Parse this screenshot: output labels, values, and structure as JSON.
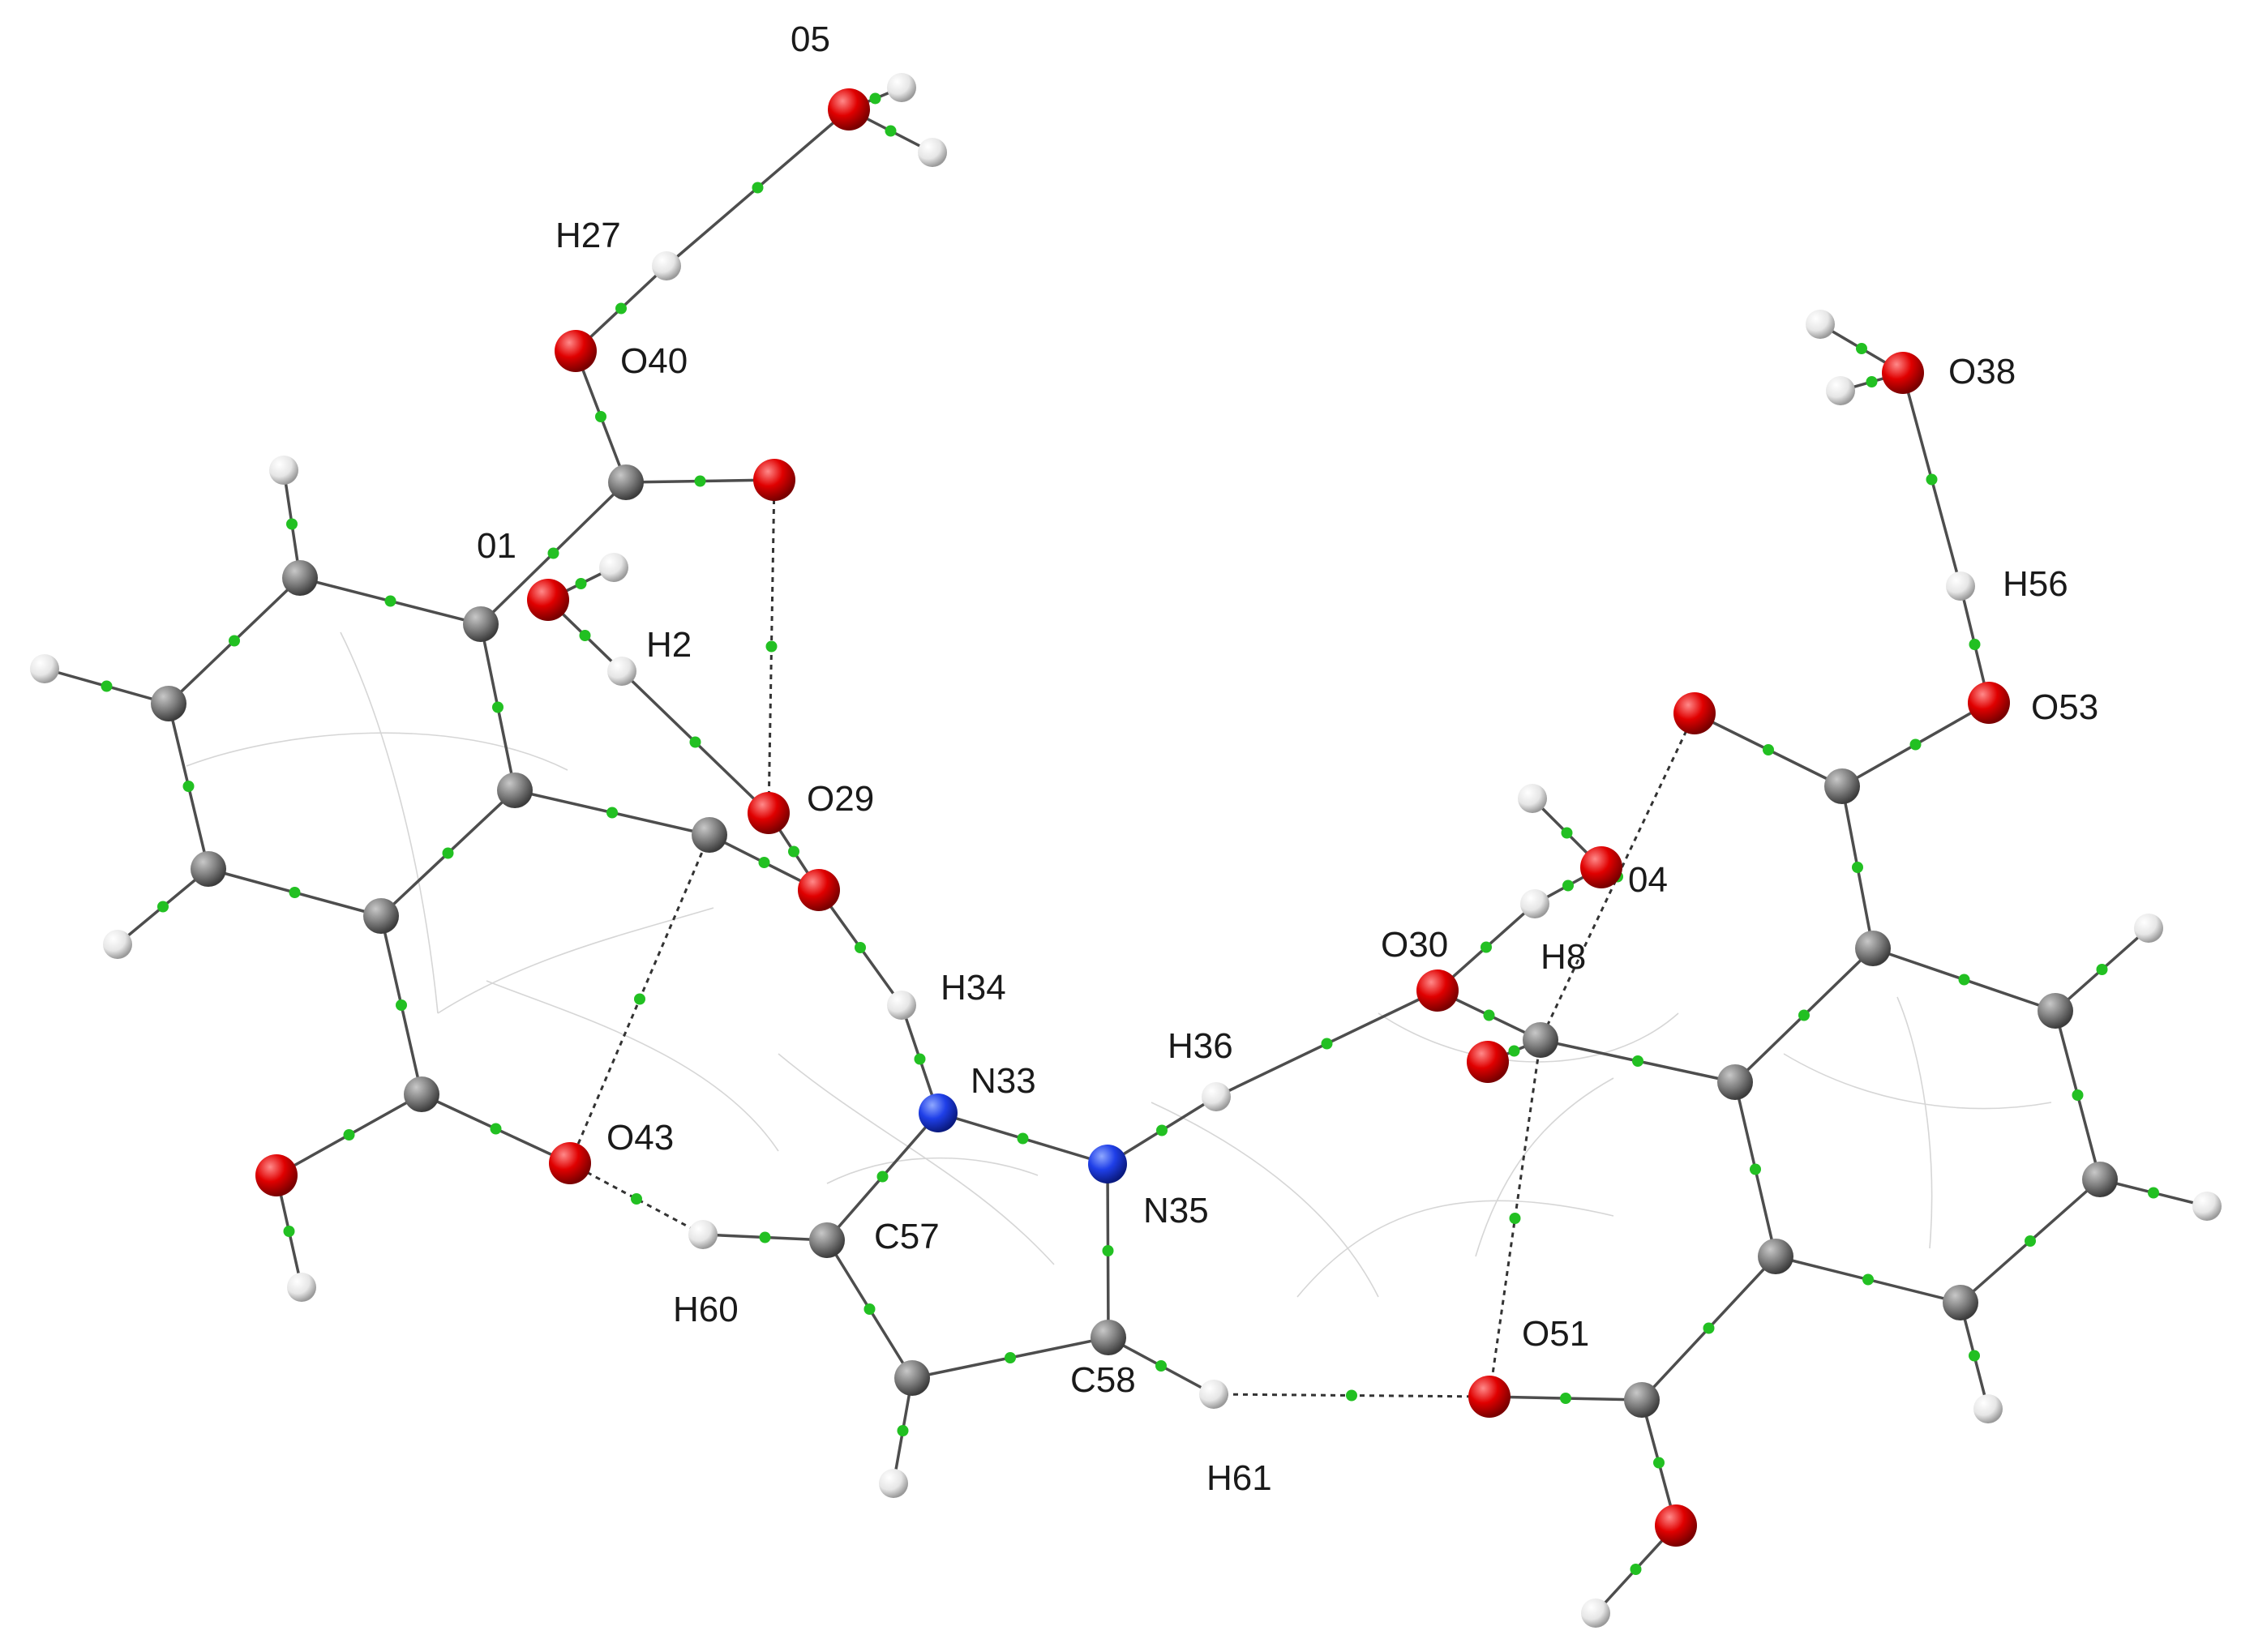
{
  "colors": {
    "carbon": "#7d7d7d",
    "oxygen": "#e00000",
    "nitrogen": "#1f3fe8",
    "hydrogen": "#e6e6e6",
    "bond_critical_point": "#22c022",
    "bond": "#4d4d4d",
    "interaction_path": "#d6d6d6"
  },
  "labels": {
    "o5": "05",
    "h27": "H27",
    "o40": "O40",
    "o1": "01",
    "h2": "H2",
    "o29": "O29",
    "h34": "H34",
    "n33": "N33",
    "o43": "O43",
    "h60": "H60",
    "c57": "C57",
    "n35": "N35",
    "c58": "C58",
    "h61": "H61",
    "h36": "H36",
    "o30": "O30",
    "h8": "H8",
    "o4": "04",
    "o51": "O51",
    "o38": "O38",
    "h56": "H56",
    "o53": "O53"
  }
}
